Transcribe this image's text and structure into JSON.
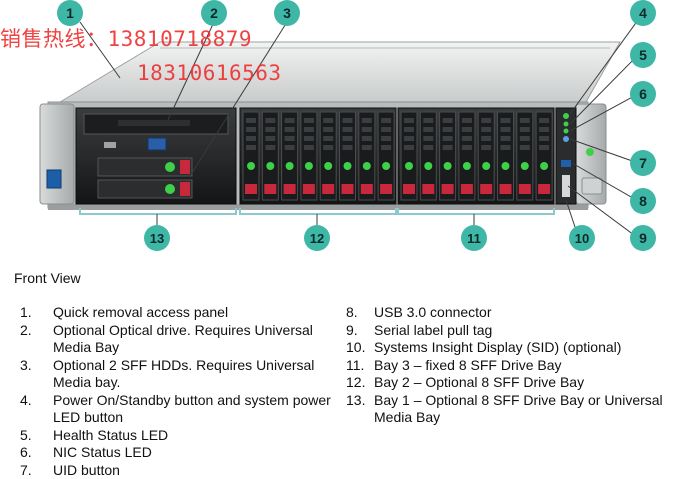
{
  "watermark": {
    "line1": "销售热线：13810718879",
    "line2": "18310616563"
  },
  "callouts": [
    "1",
    "2",
    "3",
    "4",
    "5",
    "6",
    "7",
    "8",
    "9",
    "10",
    "11",
    "12",
    "13"
  ],
  "front_view_title": "Front View",
  "legend_left": [
    {
      "num": "1.",
      "text": "Quick removal access panel"
    },
    {
      "num": "2.",
      "text": "Optional Optical drive. Requires Universal Media Bay"
    },
    {
      "num": "3.",
      "text": "Optional 2 SFF HDDs. Requires Universal Media bay."
    },
    {
      "num": "4.",
      "text": "Power On/Standby button and system power LED button"
    },
    {
      "num": "5.",
      "text": "Health Status LED"
    },
    {
      "num": "6.",
      "text": "NIC Status LED"
    },
    {
      "num": "7.",
      "text": "UID button"
    }
  ],
  "legend_right": [
    {
      "num": "8.",
      "text": "USB 3.0 connector"
    },
    {
      "num": "9.",
      "text": "Serial label pull tag"
    },
    {
      "num": "10.",
      "text": "Systems Insight Display (SID) (optional)"
    },
    {
      "num": "11.",
      "text": "Bay 3 – fixed 8 SFF Drive Bay"
    },
    {
      "num": "12.",
      "text": "Bay 2 – Optional 8 SFF Drive Bay"
    },
    {
      "num": "13.",
      "text": "Bay 1 – Optional 8 SFF Drive Bay or Universal Media Bay"
    }
  ],
  "colors": {
    "callout_fill": "#3fb7a6",
    "callout_text": "#0a2b2b",
    "bracket": "#8cc9cc",
    "drive_handle": "#c8283c",
    "drive_led": "#3fd04a",
    "watermark": "#ee3333"
  }
}
